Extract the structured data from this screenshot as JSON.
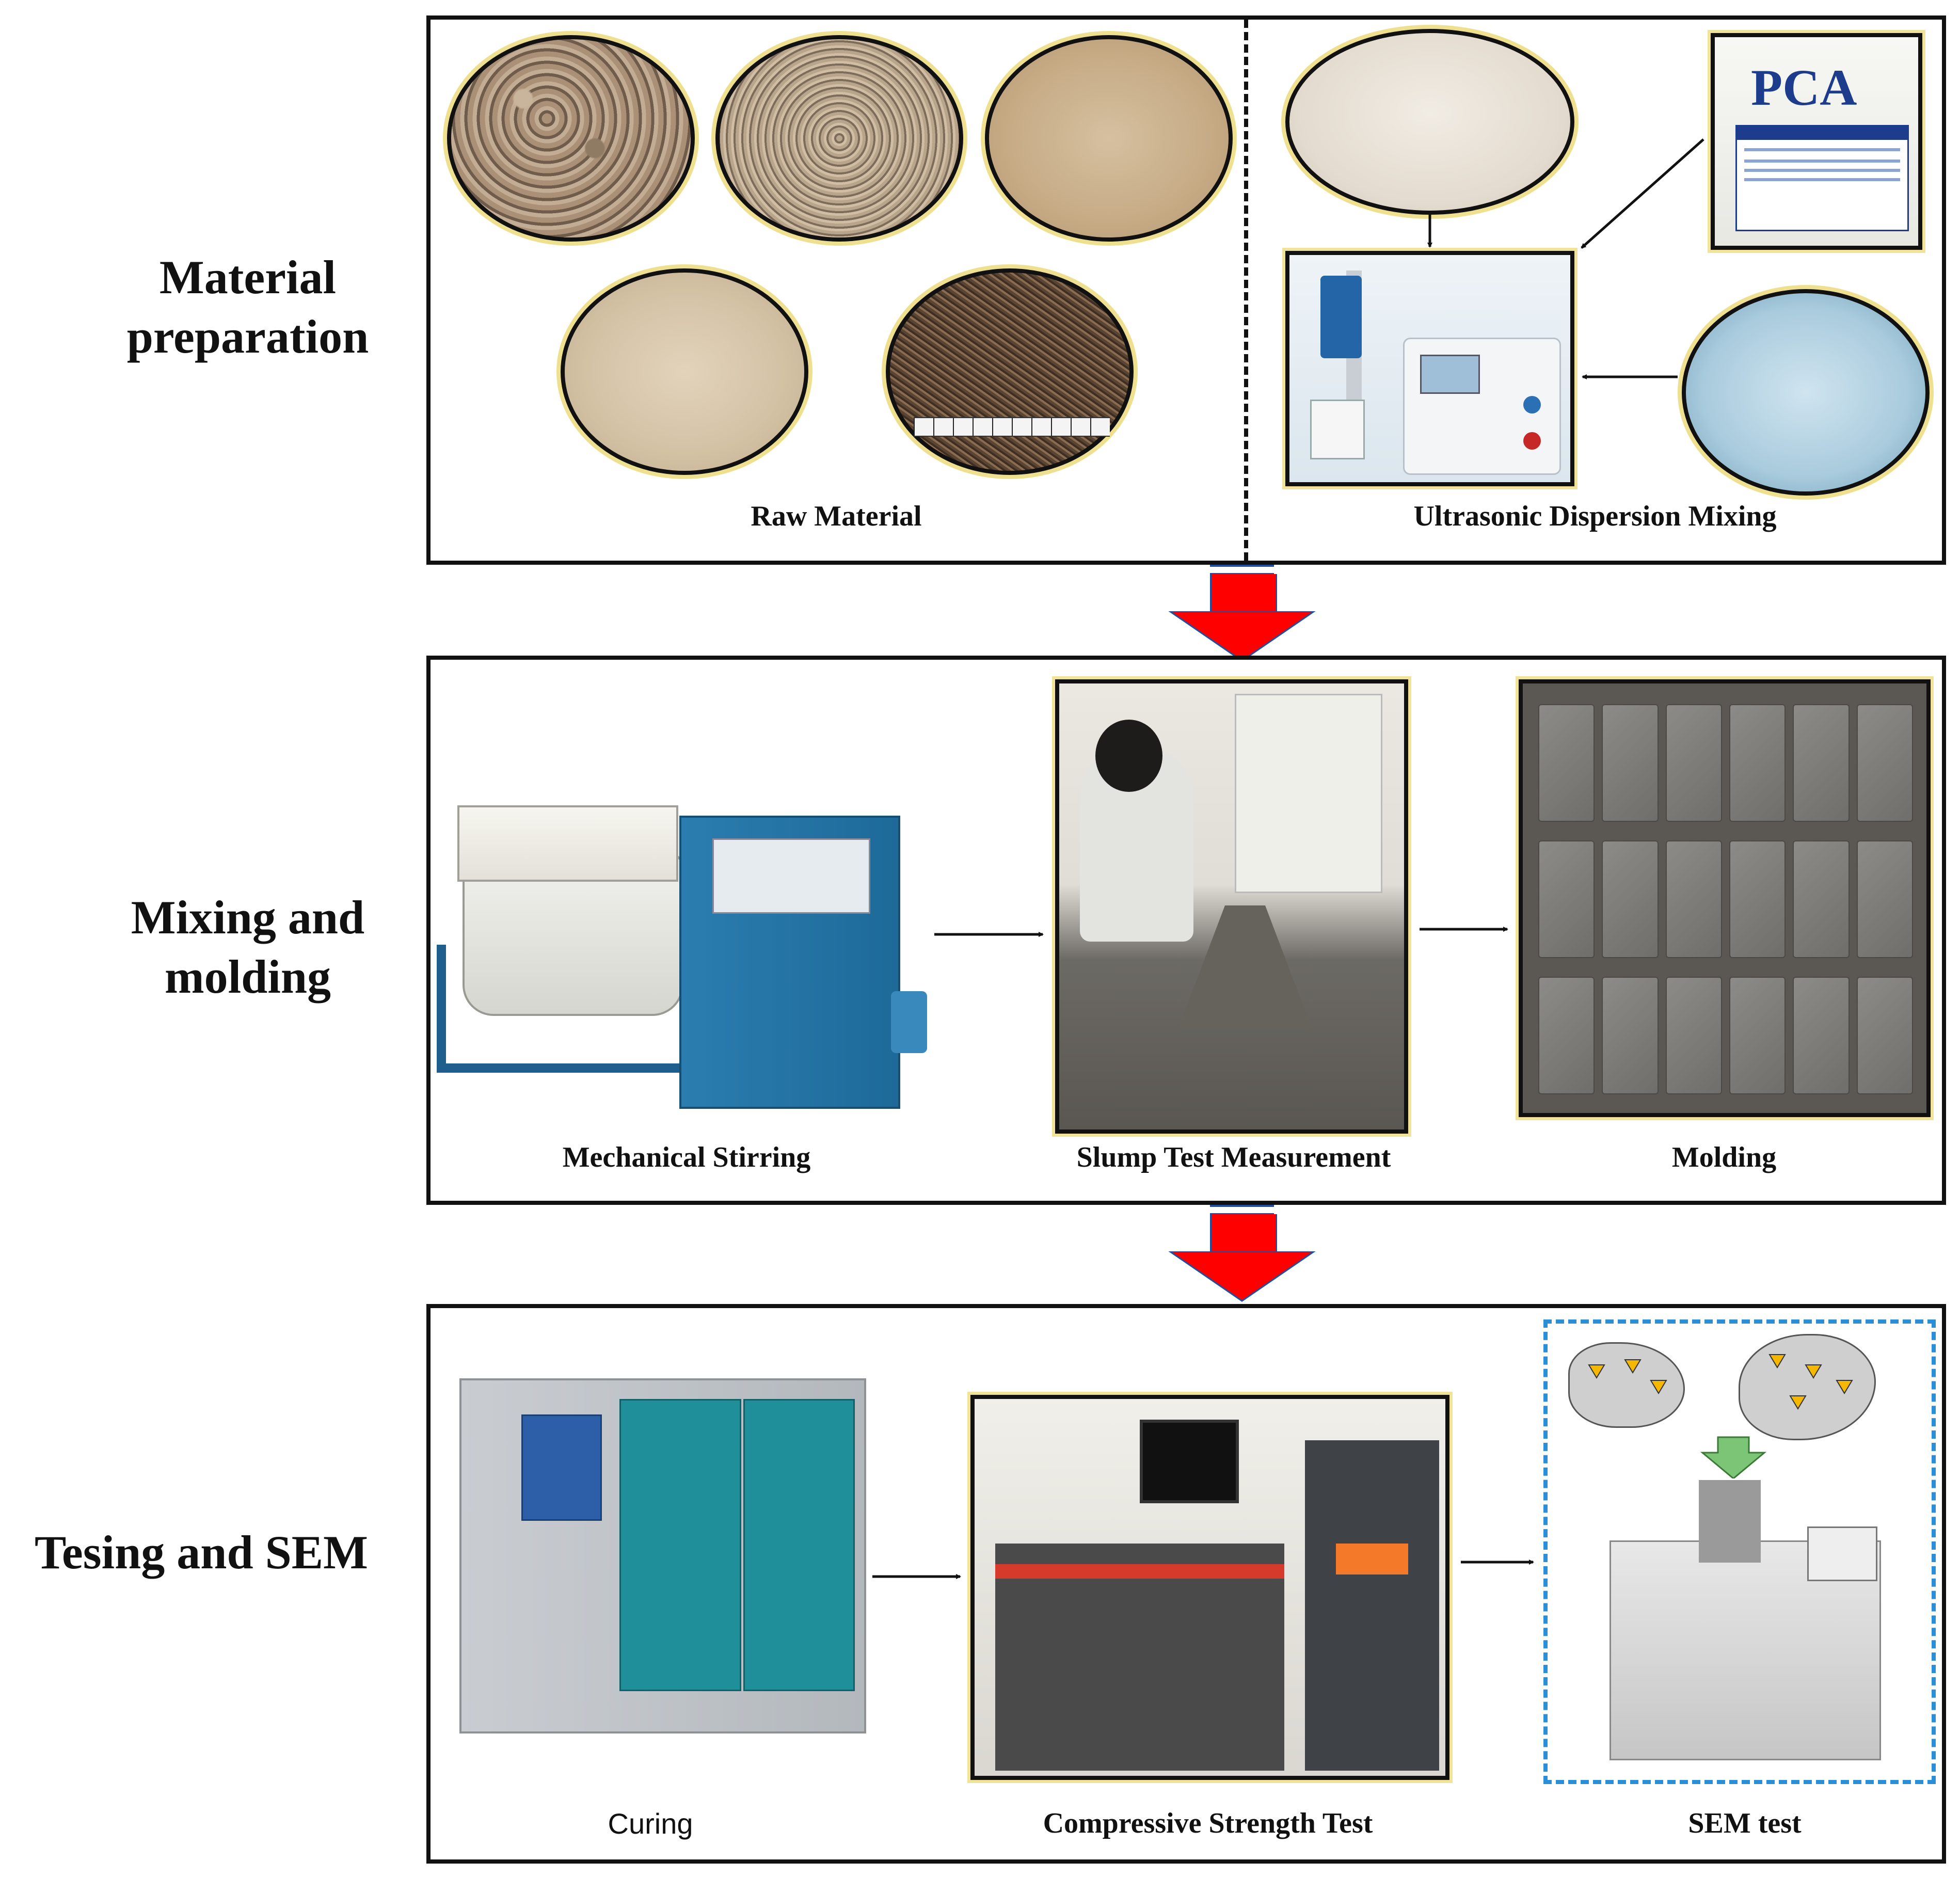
{
  "stages": {
    "material": {
      "title_line1": "Material",
      "title_line2": "preparation"
    },
    "mixing": {
      "title_line1": "Mixing and",
      "title_line2": "molding"
    },
    "testing": {
      "title_line1": "Tesing and SEM"
    }
  },
  "captions": {
    "raw_material": "Raw Material",
    "ultrasonic": "Ultrasonic Dispersion Mixing",
    "mechanical": "Mechanical Stirring",
    "slump": "Slump Test Measurement",
    "molding": "Molding",
    "curing": "Curing",
    "compressive": "Compressive Strength Test",
    "sem": "SEM test"
  },
  "labels": {
    "pca": "PCA"
  },
  "colors": {
    "flow_arrow": "#ff0000",
    "sem_dash": "#2a8fd6",
    "photo_frame": "#efe08f"
  }
}
